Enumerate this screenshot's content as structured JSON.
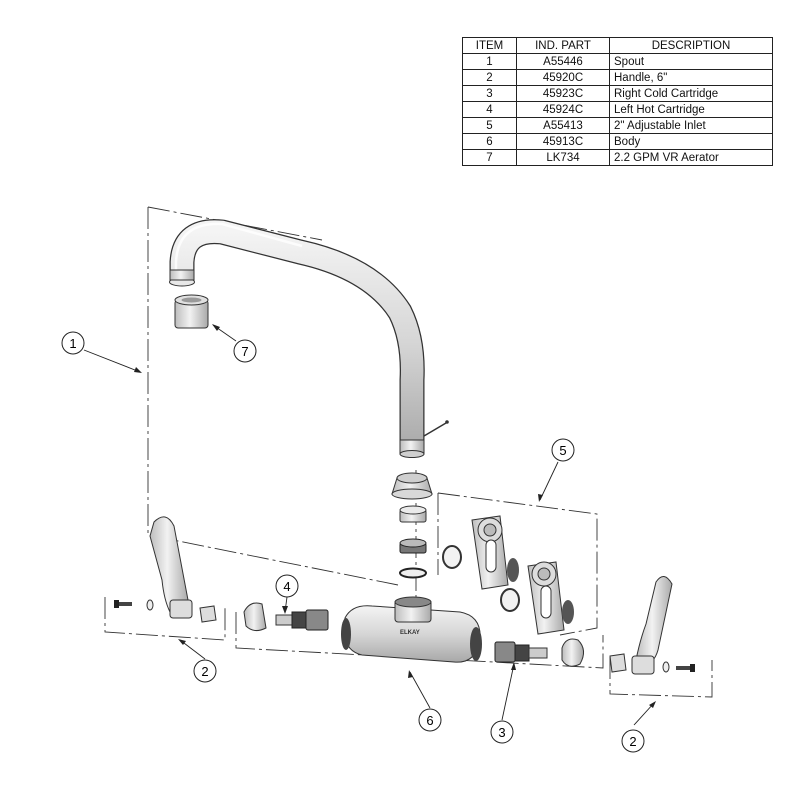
{
  "table": {
    "headers": [
      "ITEM",
      "IND. PART",
      "DESCRIPTION"
    ],
    "rows": [
      {
        "item": "1",
        "part": "A55446",
        "desc": "Spout"
      },
      {
        "item": "2",
        "part": "45920C",
        "desc": "Handle, 6\""
      },
      {
        "item": "3",
        "part": "45923C",
        "desc": "Right Cold Cartridge"
      },
      {
        "item": "4",
        "part": "45924C",
        "desc": "Left Hot Cartridge"
      },
      {
        "item": "5",
        "part": "A55413",
        "desc": "2\" Adjustable Inlet"
      },
      {
        "item": "6",
        "part": "45913C",
        "desc": "Body"
      },
      {
        "item": "7",
        "part": "LK734",
        "desc": "2.2 GPM VR Aerator"
      }
    ]
  },
  "callouts": {
    "c1": "1",
    "c7": "7",
    "c5": "5",
    "c4": "4",
    "c2_left": "2",
    "c6": "6",
    "c3": "3",
    "c2_right": "2"
  },
  "body_brand": "ELKAY"
}
